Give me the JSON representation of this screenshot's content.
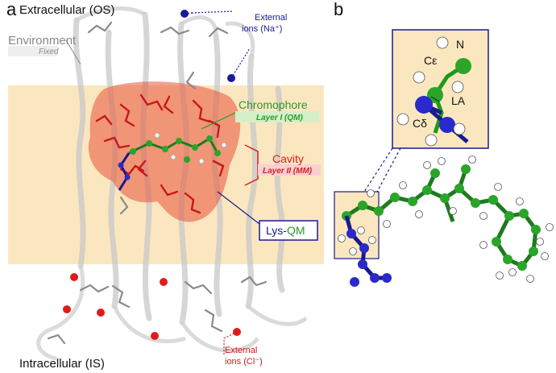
{
  "panel_a": {
    "letter": "a",
    "extracellular": "Extracellular (OS)",
    "intracellular": "Intracellular (IS)",
    "environment": "Environment",
    "environment_sub": "Fixed",
    "external_ions_top": [
      "External",
      "ions (Na⁺)"
    ],
    "external_ions_bottom": [
      "External",
      "ions (Cl⁻)"
    ],
    "chromophore": "Chromophore",
    "chromophore_layer": "Layer I (QM)",
    "cavity": "Cavity",
    "cavity_layer": "Layer II (MM)",
    "lys_prefix": "Lys-",
    "lys_qm": "QM"
  },
  "panel_b": {
    "letter": "b",
    "atom_labels": [
      "N",
      "Cε",
      "LA",
      "Cδ"
    ]
  },
  "colors": {
    "membrane": "#fbe7bf",
    "chromophore_green": "#2a9a2a",
    "cavity_red": "#d81e1e",
    "lysine_blue": "#1a1a8a",
    "helix_gray": "#c8c8c8"
  }
}
